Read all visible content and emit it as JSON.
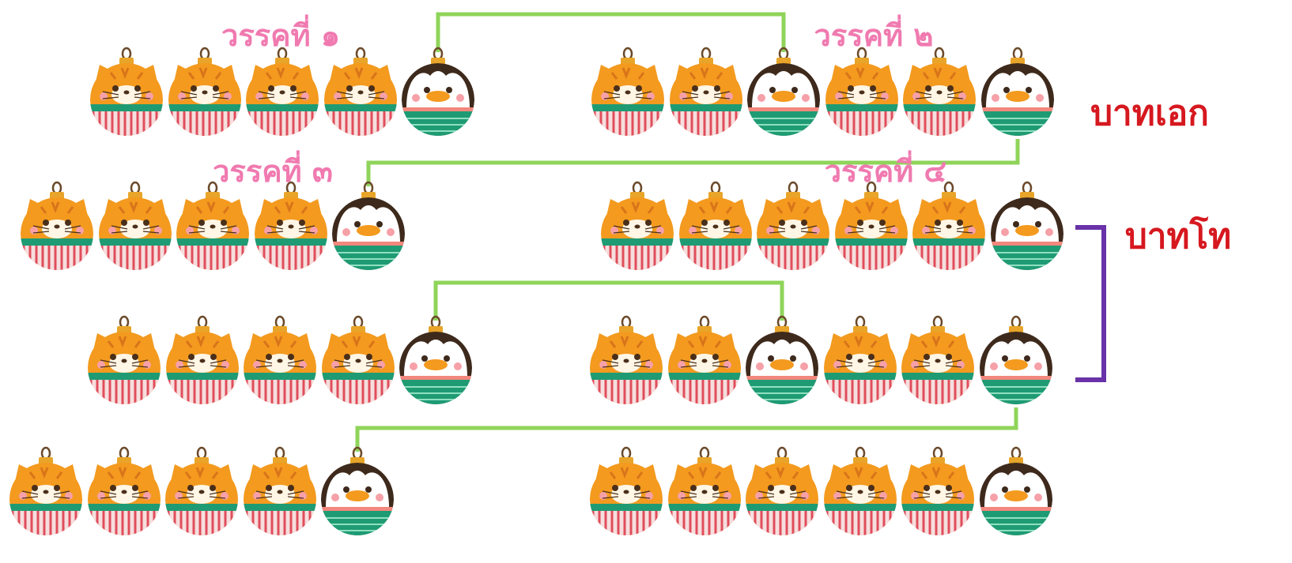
{
  "labels": {
    "group1": "วรรคที่ ๑",
    "group2": "วรรคที่ ๒",
    "group3": "วรรคที่ ๓",
    "group4": "วรรคที่ ๔",
    "bot_ek": "บาทเอก",
    "bot_tho": "บาทโท"
  },
  "colors": {
    "background": "#ffffff",
    "group_label": "#f07ab0",
    "role_label": "#d6181f",
    "rhyme_link": "#8fd45a",
    "bracket": "#6a32a8"
  },
  "icons": {
    "cat": "cat-ornament-icon",
    "penguin": "penguin-ornament-icon"
  },
  "lines": [
    {
      "hemistichs": [
        [
          "cat",
          "cat",
          "cat",
          "cat",
          "penguin"
        ],
        [
          "cat",
          "cat",
          "penguin",
          "cat",
          "cat",
          "penguin"
        ]
      ]
    },
    {
      "hemistichs": [
        [
          "cat",
          "cat",
          "cat",
          "cat",
          "penguin"
        ],
        [
          "cat",
          "cat",
          "cat",
          "cat",
          "cat",
          "penguin"
        ]
      ]
    },
    {
      "hemistichs": [
        [
          "cat",
          "cat",
          "cat",
          "cat",
          "penguin"
        ],
        [
          "cat",
          "cat",
          "penguin",
          "cat",
          "cat",
          "penguin"
        ]
      ]
    },
    {
      "hemistichs": [
        [
          "cat",
          "cat",
          "cat",
          "cat",
          "penguin"
        ],
        [
          "cat",
          "cat",
          "cat",
          "cat",
          "cat",
          "penguin"
        ]
      ]
    }
  ]
}
